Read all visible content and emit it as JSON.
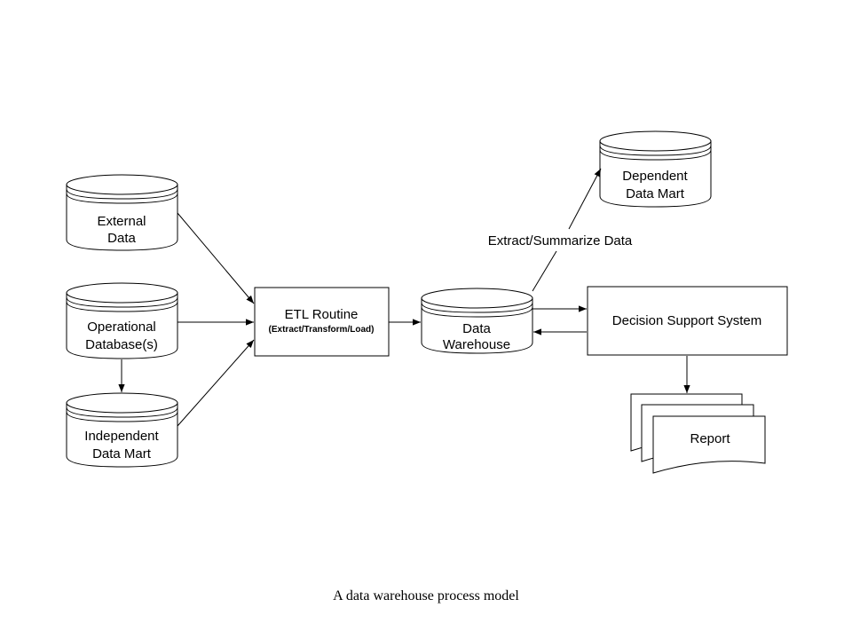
{
  "diagram": {
    "nodes": {
      "external_data": [
        "External",
        "Data"
      ],
      "operational_db": [
        "Operational",
        "Database(s)"
      ],
      "independent_mart": [
        "Independent",
        "Data Mart"
      ],
      "etl": {
        "title": "ETL Routine",
        "subtitle": "(Extract/Transform/Load)"
      },
      "data_warehouse": [
        "Data",
        "Warehouse"
      ],
      "dependent_mart": [
        "Dependent",
        "Data Mart"
      ],
      "dss": "Decision Support System",
      "report": "Report"
    },
    "edge_labels": {
      "extract_summarize": "Extract/Summarize Data"
    }
  },
  "caption": "A data warehouse process model"
}
